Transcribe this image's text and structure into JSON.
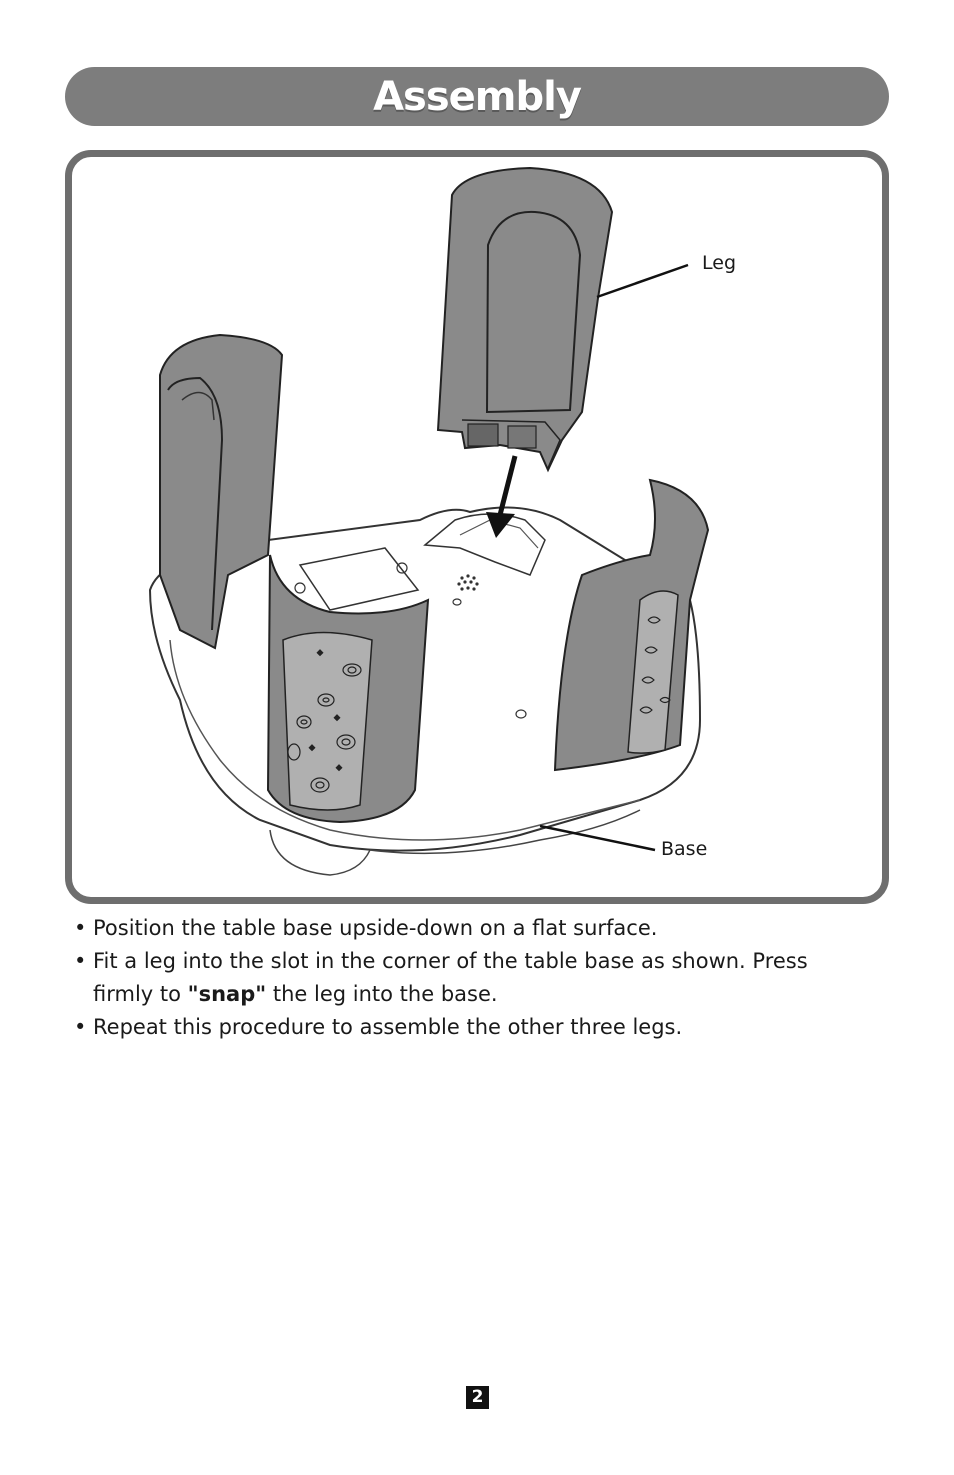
{
  "header": {
    "title": "Assembly"
  },
  "figure": {
    "callouts": {
      "leg": "Leg",
      "base": "Base"
    }
  },
  "instructions": [
    {
      "bullet": "•",
      "text": "Position the table base upside-down on a flat surface."
    },
    {
      "bullet": "•",
      "text_before": "Fit a leg into the slot in the corner of the table base as shown. Press firmly to ",
      "emphasis": "\"snap\"",
      "text_after": " the leg into the base."
    },
    {
      "bullet": "•",
      "text": "Repeat this procedure to assemble the other three legs."
    }
  ],
  "footer": {
    "page_number": "2"
  },
  "colors": {
    "title_bar": "#7d7d7d",
    "frame_border": "#6e6e6e",
    "leg_fill": "#8a8a8a",
    "page_number_bg": "#111111"
  }
}
